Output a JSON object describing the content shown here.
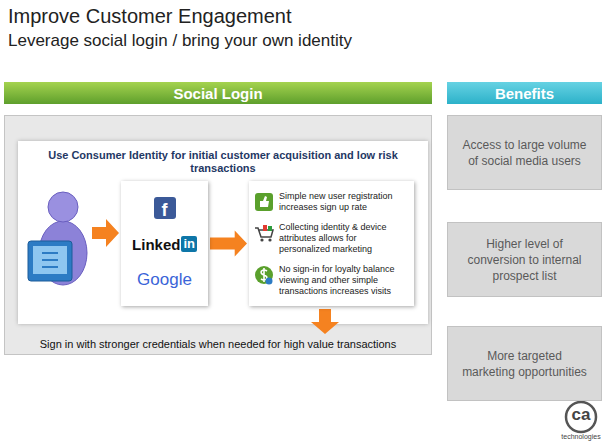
{
  "diagram": {
    "title": "Improve Customer Engagement",
    "nodes": [
      {
        "text": [
          "Social Login"
        ]
      },
      {
        "text": [
          "Benefits"
        ]
      },
      {
        "text": [
          "Sign in with stronger credentials when needed for high value transactions"
        ]
      },
      {
        "text": [
          "Use Consumer Identity for initial customer acquisition and low risk transactions"
        ],
        "in": 2
      },
      {
        "text": [
          "f",
          "Linked",
          "in",
          "Google"
        ],
        "in": 3
      },
      {
        "text": [
          "Simple new user registration increases sign up rate",
          "Collecting identity & device attributes allows for personalized marketing",
          "No sign-in for loyalty balance viewing and other simple transactions increases visits"
        ],
        "in": 3
      },
      {
        "text": [
          "Access to large volume of social media users"
        ]
      },
      {
        "text": [
          "Higher level of conversion to internal prospect list"
        ]
      },
      {
        "text": [
          "More targeted marketing opportunities"
        ]
      }
    ],
    "edges": [
      {
        "from": 4,
        "to": 5,
        "arrow": "to"
      }
    ],
    "labels": [
      "Leverage social login / bring your own identity",
      "ca",
      "technologies"
    ]
  }
}
